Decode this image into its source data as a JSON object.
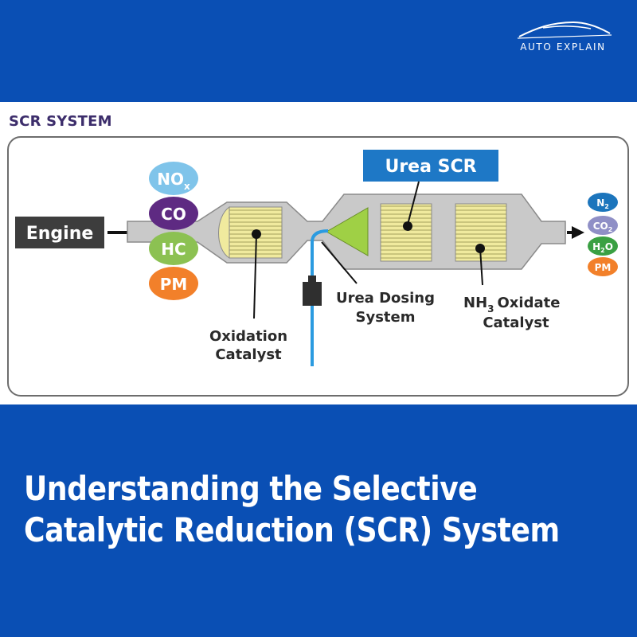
{
  "brand": {
    "name": "AUTO EXPLAIN"
  },
  "diagram": {
    "title": "SCR SYSTEM",
    "engine_label": "Engine",
    "urea_scr_label": "Urea SCR",
    "input_gases": [
      {
        "label": "NO",
        "sub": "x",
        "color": "#7fc4ea"
      },
      {
        "label": "CO",
        "sub": "",
        "color": "#5e2a82"
      },
      {
        "label": "HC",
        "sub": "",
        "color": "#8cc152"
      },
      {
        "label": "PM",
        "sub": "",
        "color": "#f2802a"
      }
    ],
    "output_gases": [
      {
        "label": "N",
        "sub": "2",
        "tail": "",
        "color": "#1c75bc"
      },
      {
        "label": "CO",
        "sub": "2",
        "tail": "",
        "color": "#8f8fc6"
      },
      {
        "label": "H",
        "sub": "2",
        "tail": "O",
        "color": "#3aa043"
      },
      {
        "label": "PM",
        "sub": "",
        "tail": "",
        "color": "#f2802a"
      }
    ],
    "callouts": {
      "oxidation_line1": "Oxidation",
      "oxidation_line2": "Catalyst",
      "urea_dosing_line1": "Urea Dosing",
      "urea_dosing_line2": "System",
      "nh3_prefix": "NH",
      "nh3_sub": "3",
      "nh3_rest": "Oxidate",
      "nh3_line2": "Catalyst"
    }
  },
  "headline": {
    "line1": "Understanding the Selective",
    "line2": "Catalytic Reduction (SCR) System"
  }
}
